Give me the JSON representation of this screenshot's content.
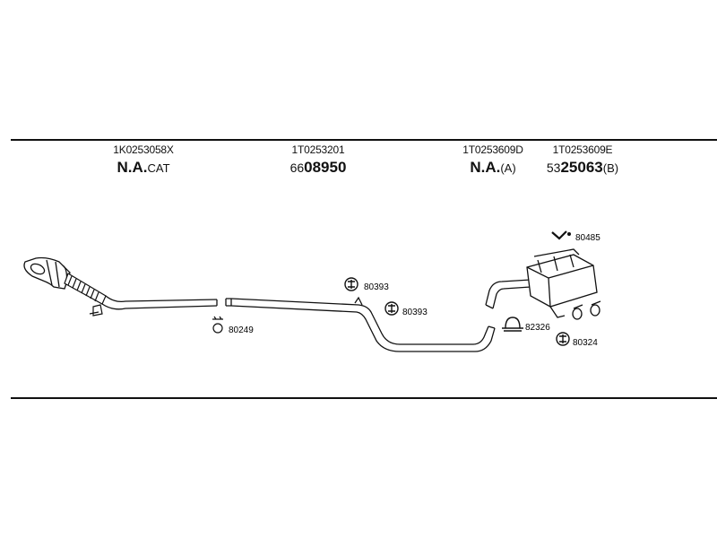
{
  "columns": [
    {
      "part_number": "1K0253058X",
      "order_prefix": "",
      "order_main": "N.A.",
      "order_suffix": "CAT"
    },
    {
      "part_number": "1T0253201",
      "order_prefix": "66",
      "order_main": "08950",
      "order_suffix": ""
    },
    {
      "part_number": "1T0253609D",
      "order_prefix": "",
      "order_main": "N.A.",
      "order_suffix": "(A)"
    },
    {
      "part_number": "1T0253609E",
      "order_prefix": "53",
      "order_main": "25063",
      "order_suffix": "(B)"
    }
  ],
  "callouts": {
    "c80249": "80249",
    "c80393a": "80393",
    "c80393b": "80393",
    "c82326": "82326",
    "c80324": "80324",
    "c80485": "80485"
  },
  "colors": {
    "line": "#111111",
    "background": "#ffffff"
  }
}
